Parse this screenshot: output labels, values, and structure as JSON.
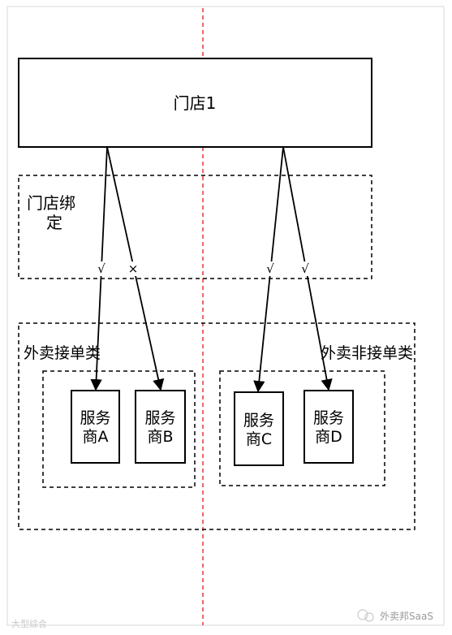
{
  "store": {
    "label": "门店1"
  },
  "binding_group": {
    "label_line1": "门店绑",
    "label_line2": "定"
  },
  "category_takeout": {
    "label": "外卖接单类"
  },
  "category_non_takeout": {
    "label": "外卖非接单类"
  },
  "providers": [
    {
      "line1": "服务",
      "line2": "商A"
    },
    {
      "line1": "服务",
      "line2": "商B"
    },
    {
      "line1": "服务",
      "line2": "商C"
    },
    {
      "line1": "服务",
      "line2": "商D"
    }
  ],
  "edge_marks": [
    {
      "target": "服务商A",
      "mark": "√"
    },
    {
      "target": "服务商B",
      "mark": "×"
    },
    {
      "target": "服务商C",
      "mark": "√"
    },
    {
      "target": "服务商D",
      "mark": "√"
    }
  ],
  "watermark": {
    "left": "大型综合",
    "right": "外卖邦SaaS"
  },
  "colors": {
    "divider": "#e0393e",
    "stroke": "#000000",
    "watermark": "#c9c9c9"
  }
}
